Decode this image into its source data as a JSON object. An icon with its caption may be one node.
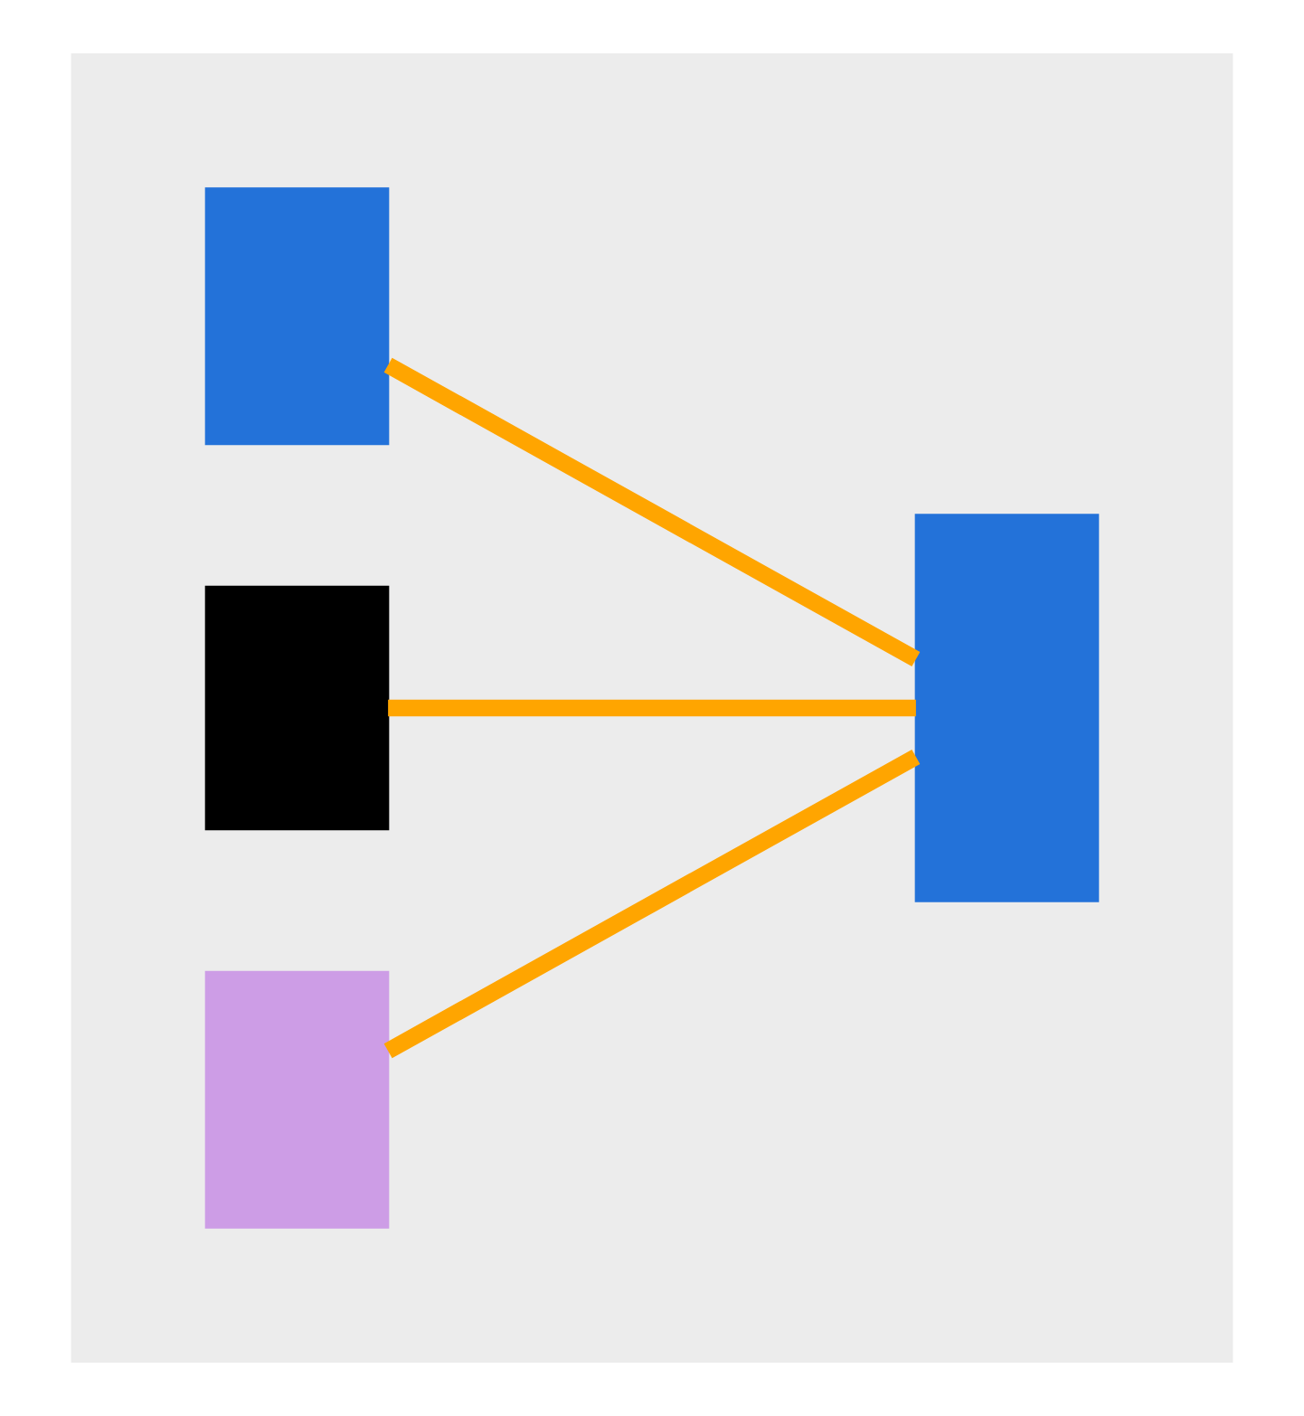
{
  "diagram": {
    "nodes": [
      {
        "text": [],
        "shape": "box"
      },
      {
        "text": [],
        "shape": "box",
        "in": 0
      },
      {
        "text": [],
        "shape": "box",
        "in": 0
      },
      {
        "text": [],
        "shape": "box",
        "in": 0
      },
      {
        "text": [],
        "shape": "box",
        "in": 0
      }
    ],
    "edges": [
      {
        "from": 1,
        "to": 4,
        "arrow": "none"
      },
      {
        "from": 2,
        "to": 4,
        "arrow": "none"
      },
      {
        "from": 3,
        "to": 4,
        "arrow": "none"
      }
    ]
  }
}
